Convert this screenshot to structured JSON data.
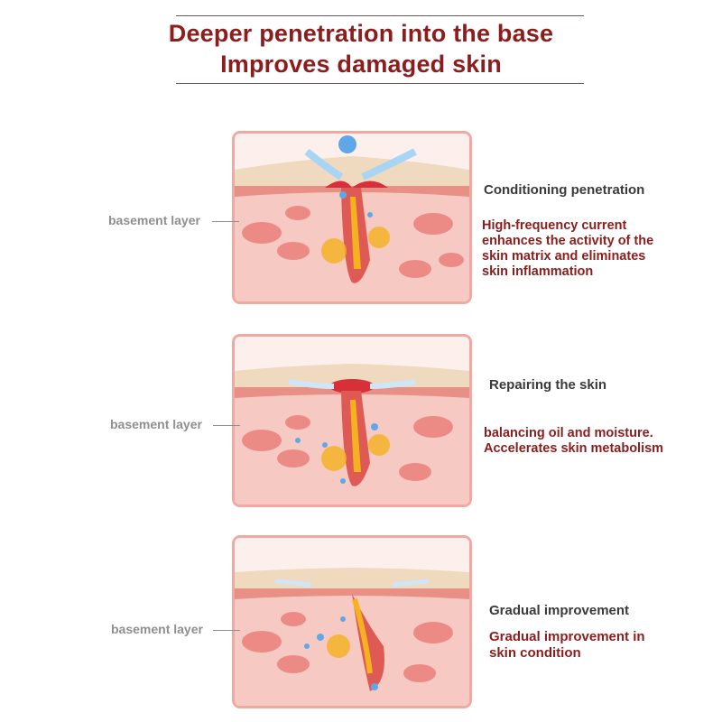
{
  "header": {
    "line1": "Deeper penetration into the base",
    "line2": "Improves damaged skin"
  },
  "panels": [
    {
      "side_label": "basement layer",
      "heading": "Conditioning penetration",
      "description": "High-frequency current enhances the activity of the skin matrix and eliminates skin inflammation"
    },
    {
      "side_label": "basement layer",
      "heading": "Repairing the skin",
      "description": "balancing oil and moisture. Accelerates skin metabolism"
    },
    {
      "side_label": "basement layer",
      "heading": "Gradual improvement",
      "description": "Gradual improvement in skin condition"
    }
  ],
  "colors": {
    "title": "#8b1d1d",
    "panel_border": "#f0a8a2",
    "skin_surface": "#efd9bf",
    "dermis": "#f6c9c2",
    "cell": "#ec8b86",
    "sebum": "#f5b21f",
    "bubble": "#5fa8e8"
  }
}
